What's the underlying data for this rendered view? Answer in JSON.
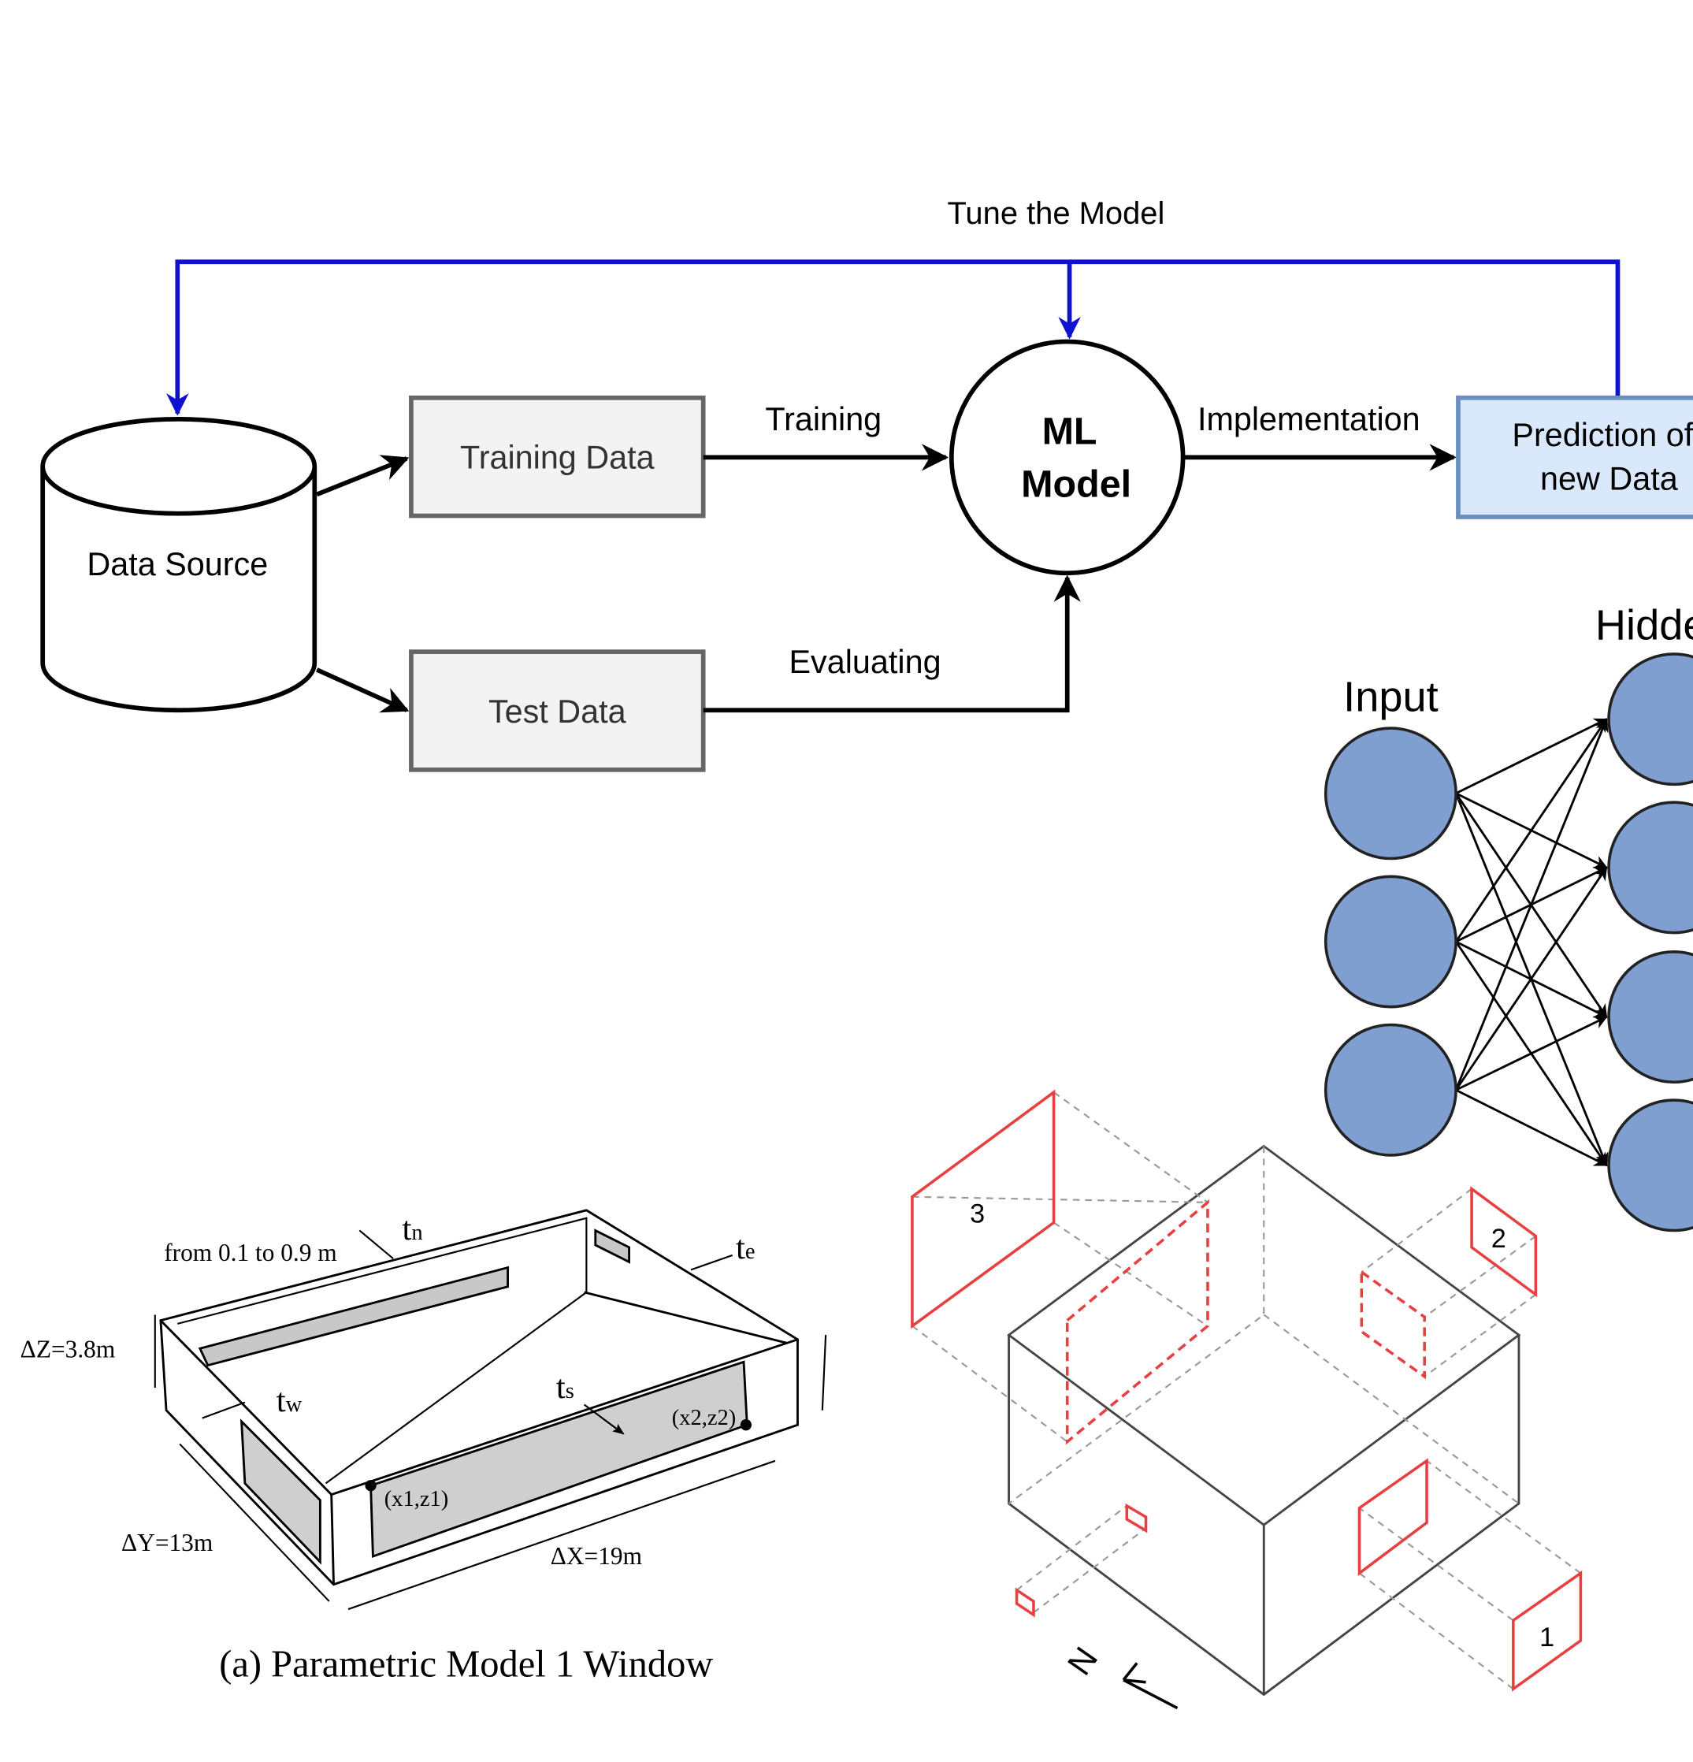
{
  "workflow": {
    "feedback_label": "Tune the Model",
    "data_source": "Data Source",
    "training_data": "Training Data",
    "test_data": "Test Data",
    "training_label": "Training",
    "evaluating_label": "Evaluating",
    "model_line1": "ML",
    "model_line2": "Model",
    "implementation_label": "Implementation",
    "prediction_line1": "Prediction of",
    "prediction_line2": "new Data",
    "colors": {
      "feedback": "#1010d0",
      "prediction_fill": "#dae8fc",
      "prediction_stroke": "#6c8ebf",
      "box_fill": "#f4f3f4",
      "box_stroke": "#666666"
    }
  },
  "neural_net": {
    "input_label": "Input",
    "hidden_label": "Hidden",
    "node_color": "#7f9fd1"
  },
  "model_a": {
    "tn": "t",
    "tn_sub": "n",
    "te": "t",
    "te_sub": "e",
    "tw": "t",
    "tw_sub": "w",
    "ts": "t",
    "ts_sub": "s",
    "range": "from 0.1 to 0.9 m",
    "dz": "ΔZ=3.8m",
    "dy": "ΔY=13m",
    "dx": "ΔX=19m",
    "p1": "(x1,z1)",
    "p2": "(x2,z2)",
    "caption": "(a) Parametric Model 1 Window"
  },
  "model_b": {
    "label_1": "1",
    "label_2": "2",
    "label_3": "3",
    "north": "N",
    "window_color": "#e84040"
  }
}
